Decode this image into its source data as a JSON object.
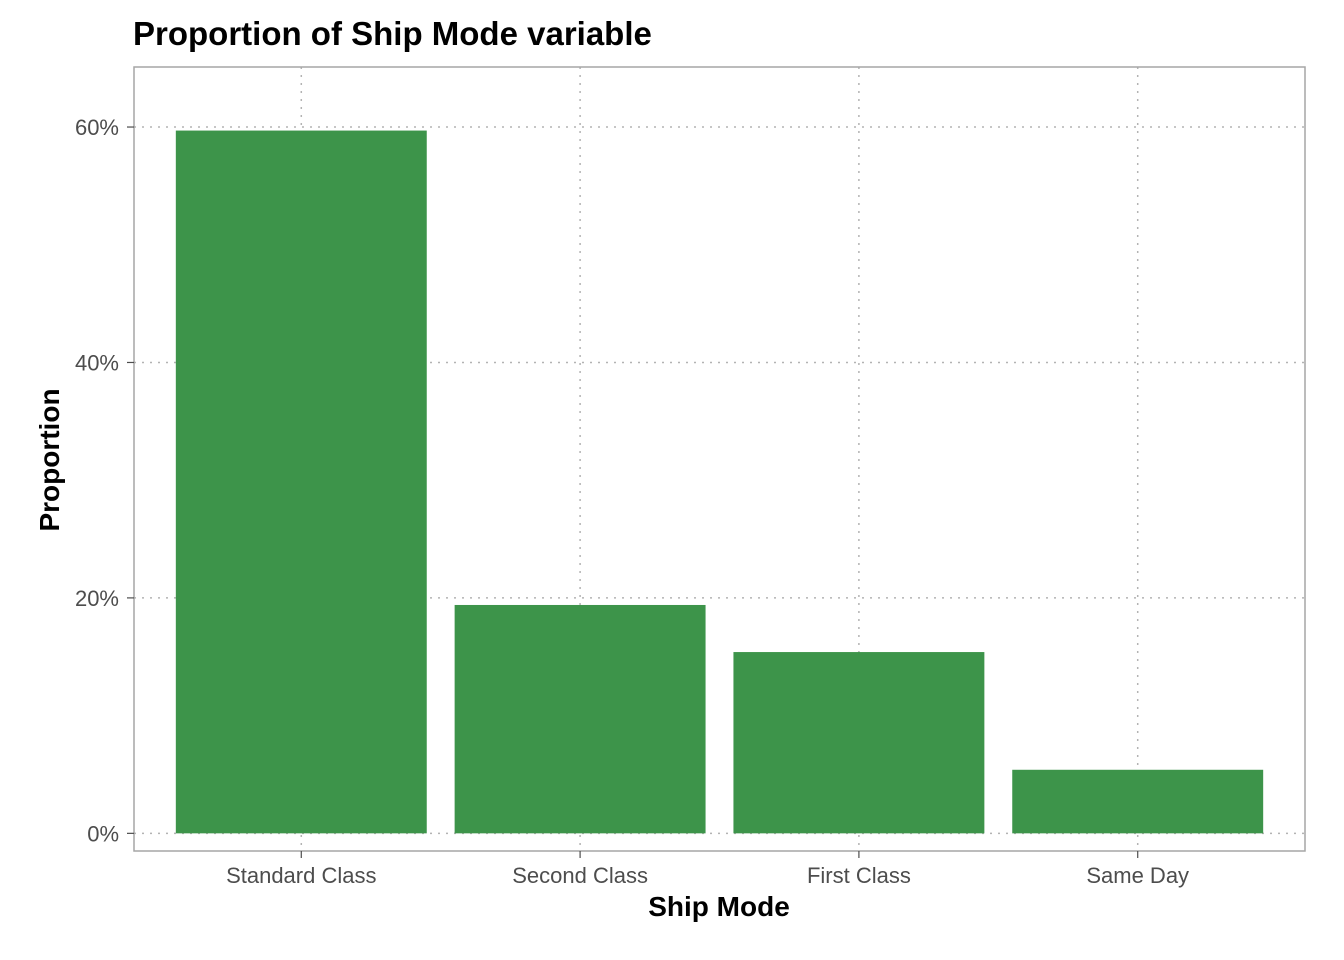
{
  "chart_data": {
    "type": "bar",
    "title": "Proportion of Ship Mode variable",
    "xlabel": "Ship Mode",
    "ylabel": "Proportion",
    "categories": [
      "Standard Class",
      "Second Class",
      "First Class",
      "Same Day"
    ],
    "values": [
      59.7,
      19.4,
      15.4,
      5.4
    ],
    "ylim": [
      -1.5,
      65.1
    ],
    "yticks": [
      0,
      20,
      40,
      60
    ],
    "ytick_labels": [
      "0%",
      "20%",
      "40%",
      "60%"
    ],
    "bar_color": "#3d944a",
    "grid": true,
    "legend": "none"
  }
}
